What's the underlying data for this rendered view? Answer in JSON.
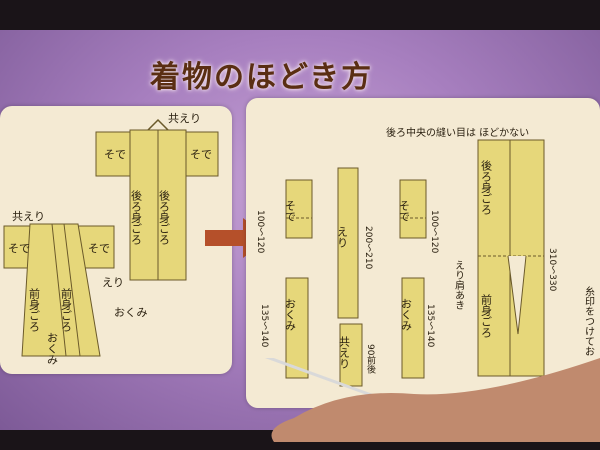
{
  "title": "着物のほどき方",
  "kimono_back": {
    "sleeve_left": "そで",
    "sleeve_right": "そで",
    "collar": "共えり",
    "body": "後ろ身ごろ"
  },
  "kimono_front": {
    "collar": "共えり",
    "sleeve_left": "そで",
    "sleeve_right": "そで",
    "eri": "えり",
    "body": "前身ごろ",
    "okumi": "おくみ",
    "okumi_label": "おくみ"
  },
  "parts": {
    "sode_left": {
      "label": "そで",
      "dim": "100〜120"
    },
    "eri": {
      "label": "えり",
      "dim": "200〜210"
    },
    "sode_right": {
      "label": "そで",
      "dim": "100〜120"
    },
    "okumi_left": {
      "label": "おくみ",
      "dim": "135〜140"
    },
    "tomoeri": {
      "label": "共えり",
      "dim": "90前後"
    },
    "okumi_right": {
      "label": "おくみ",
      "dim": "135〜140"
    },
    "ushiro_migoro": {
      "label": "後ろ身ごろ"
    },
    "mae_migoro": {
      "label": "前身ごろ"
    },
    "body_dim": "310〜330",
    "note_center": "後ろ中央の縫い目は ほどかない",
    "eri_kata": "えり肩あき",
    "ito_jirushi": "糸印をつけてお"
  },
  "colors": {
    "fabric": "#e6d77a",
    "panel": "#f4ead3",
    "outline": "#6b5a2a",
    "title": "#5a2e13",
    "arrow": "#b5502a"
  }
}
